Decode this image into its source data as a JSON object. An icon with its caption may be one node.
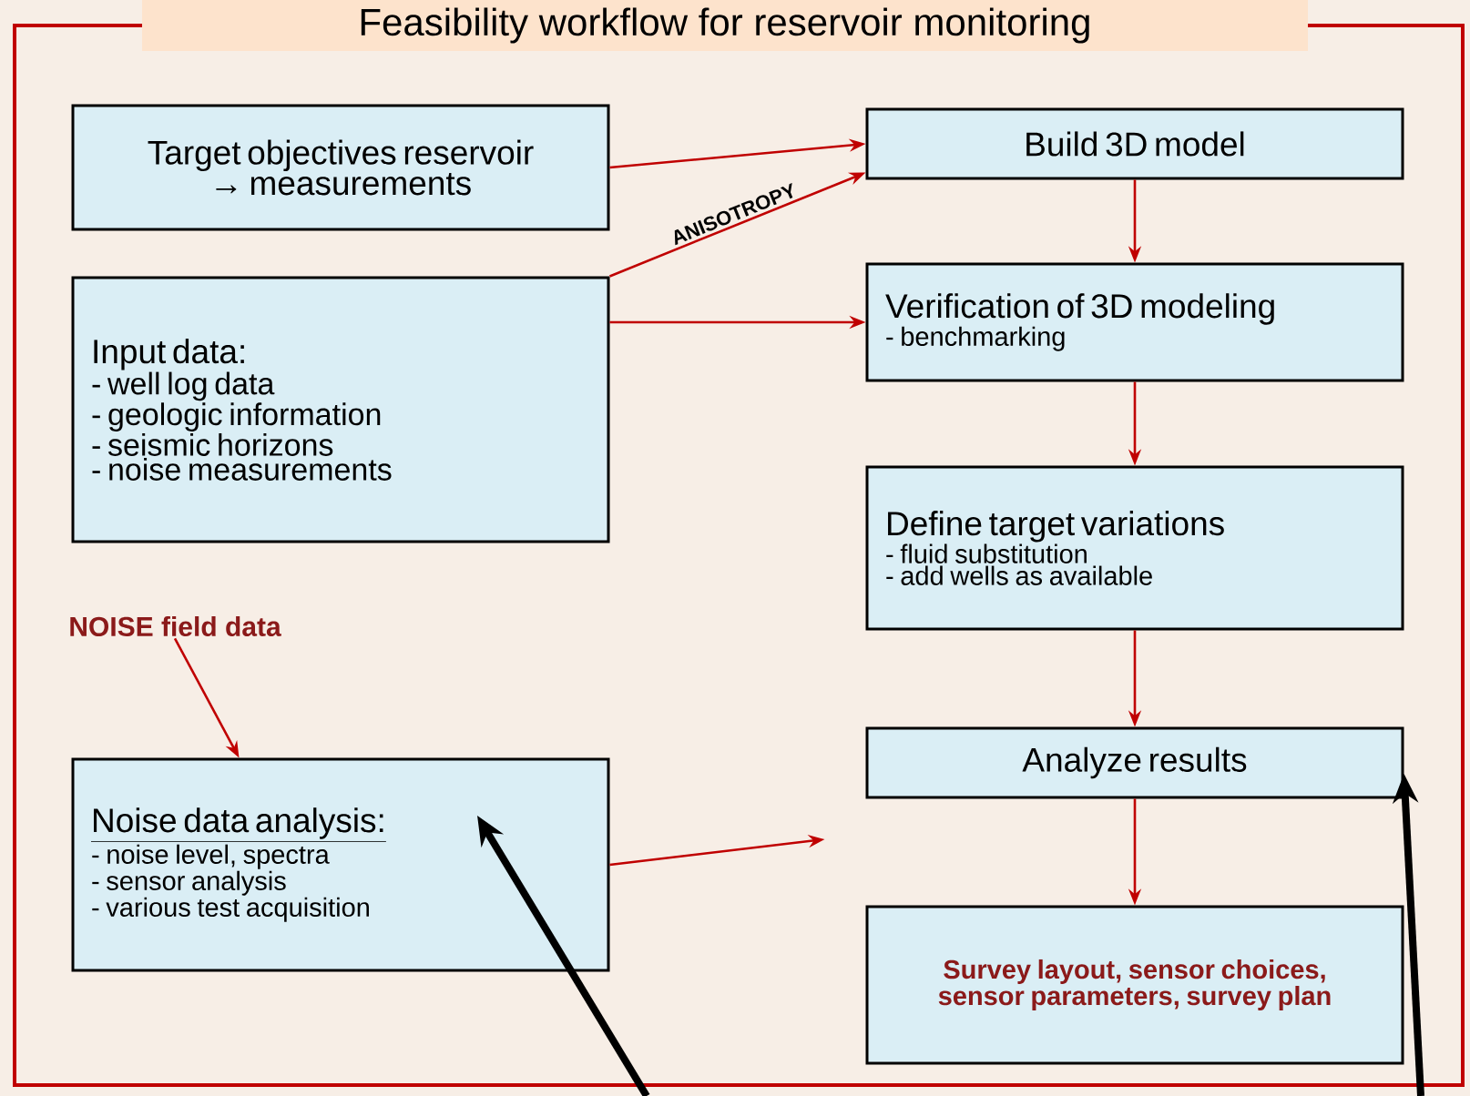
{
  "diagram": {
    "title": "Feasibility workflow for reservoir monitoring",
    "nodes": [
      {
        "text": [
          "Target objectives reservoir → measurements"
        ]
      },
      {
        "text": [
          "Build 3D model"
        ]
      },
      {
        "text": [
          "Input data:",
          "- well log data",
          "- geologic information",
          "- seismic horizons",
          "- noise measurements"
        ]
      },
      {
        "text": [
          "Verification of 3D modeling",
          "- benchmarking"
        ]
      },
      {
        "text": [
          "Define target variations",
          "- fluid substitution",
          "- add wells as available"
        ]
      },
      {
        "text": [
          "NOISE field data"
        ]
      },
      {
        "text": [
          "Analyze results"
        ]
      },
      {
        "text": [
          "Noise data analysis:",
          "- noise level, spectra",
          "- sensor analysis",
          "- various test acquisition"
        ]
      },
      {
        "text": [
          "Survey layout, sensor choices, sensor parameters, survey plan"
        ]
      }
    ],
    "edges": [
      {
        "from": 0,
        "to": 1,
        "arrow": "to"
      },
      {
        "from": 2,
        "to": 1,
        "arrow": "to",
        "label": "ANISOTROPY"
      },
      {
        "from": 2,
        "to": 3,
        "arrow": "to"
      },
      {
        "from": 1,
        "to": 3,
        "arrow": "to"
      },
      {
        "from": 3,
        "to": 4,
        "arrow": "to"
      },
      {
        "from": 4,
        "to": 6,
        "arrow": "to"
      },
      {
        "from": 5,
        "to": 7,
        "arrow": "to"
      },
      {
        "from": 7,
        "to": null,
        "arrow": "to"
      },
      {
        "from": 6,
        "to": 8,
        "arrow": "to"
      },
      {
        "from": null,
        "to": 7,
        "arrow": "to",
        "style": "thick",
        "color": "#000000"
      },
      {
        "from": null,
        "to": 6,
        "arrow": "to",
        "style": "thick",
        "color": "#000000"
      }
    ]
  }
}
